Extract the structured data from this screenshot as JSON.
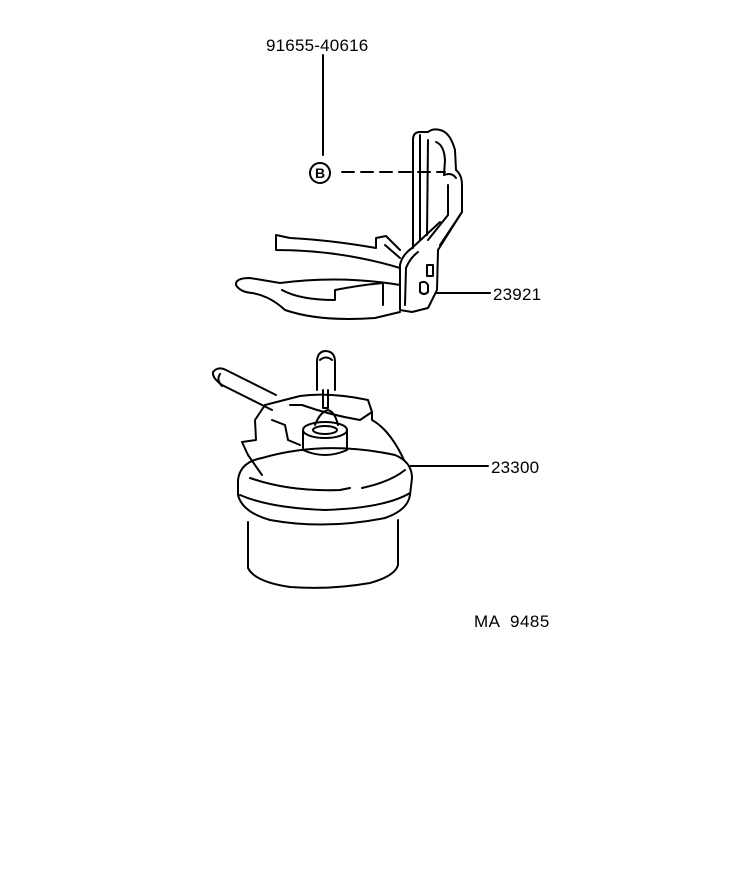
{
  "diagram": {
    "title": "",
    "parts": [
      {
        "id": "bolt",
        "part_number": "91655-40616",
        "callout": "B"
      },
      {
        "id": "bracket",
        "part_number": "23921"
      },
      {
        "id": "fuel-filter",
        "part_number": "23300"
      }
    ],
    "reference_code": "MA  9485",
    "colors": {
      "line": "#000000",
      "background": "#ffffff"
    }
  }
}
